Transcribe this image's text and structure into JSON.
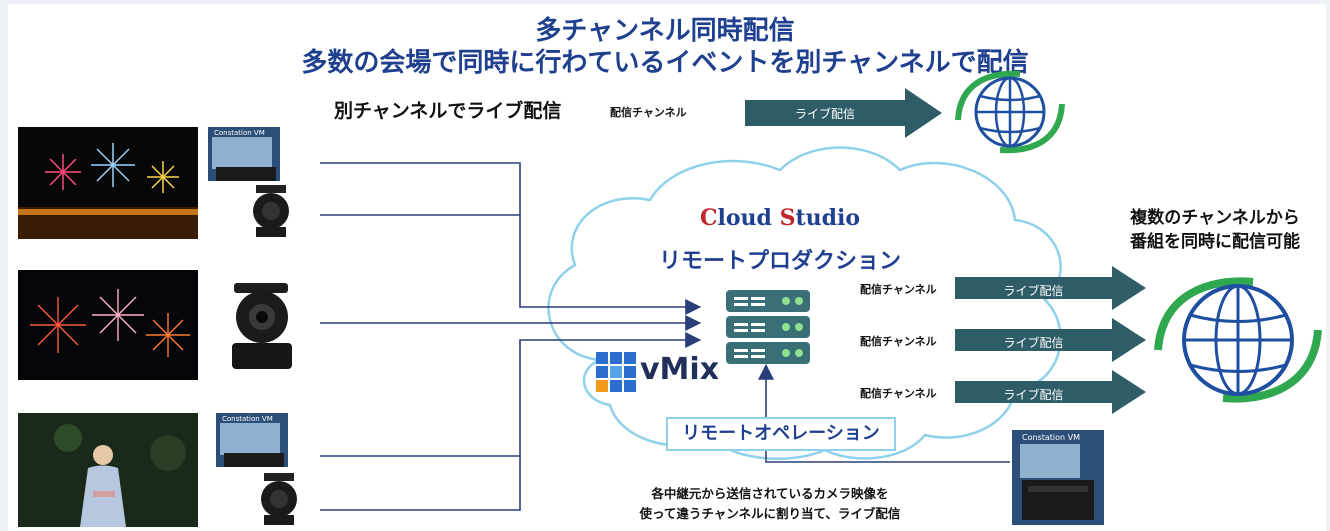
{
  "header": {
    "title_line1": "多チャンネル同時配信",
    "title_line2": "多数の会場で同時に行わているイベントを別チャンネルで配信"
  },
  "top_section": {
    "heading": "別チャンネルでライブ配信",
    "channel_label": "配信チャンネル",
    "arrow_label": "ライブ配信"
  },
  "cloud": {
    "title_line1_parts": [
      "C",
      "loud ",
      "S",
      "tudio"
    ],
    "title_line2": "リモートプロダクション",
    "vmix_label": "vMix",
    "remote_op_label": "リモートオペレーション"
  },
  "outputs": [
    {
      "channel_label": "配信チャンネル",
      "arrow_label": "ライブ配信"
    },
    {
      "channel_label": "配信チャンネル",
      "arrow_label": "ライブ配信"
    },
    {
      "channel_label": "配信チャンネル",
      "arrow_label": "ライブ配信"
    }
  ],
  "right_text": {
    "line1": "複数のチャンネルから",
    "line2": "番組を同時に配信可能"
  },
  "bottom_text": {
    "line1": "各中継元から送信されているカメラ映像を",
    "line2": "使って違うチャンネルに割り当て、ライブ配信"
  },
  "devices": {
    "constation_label": "Constation VM"
  },
  "colors": {
    "title_blue": "#1f3f8f",
    "arrow_teal": "#2e5d68",
    "cloud_outline": "#8fd0ea",
    "line_navy": "#2a3f7a",
    "server_teal": "#3a6f78",
    "globe_blue": "#1f4fa0",
    "globe_green": "#2fa84f"
  }
}
